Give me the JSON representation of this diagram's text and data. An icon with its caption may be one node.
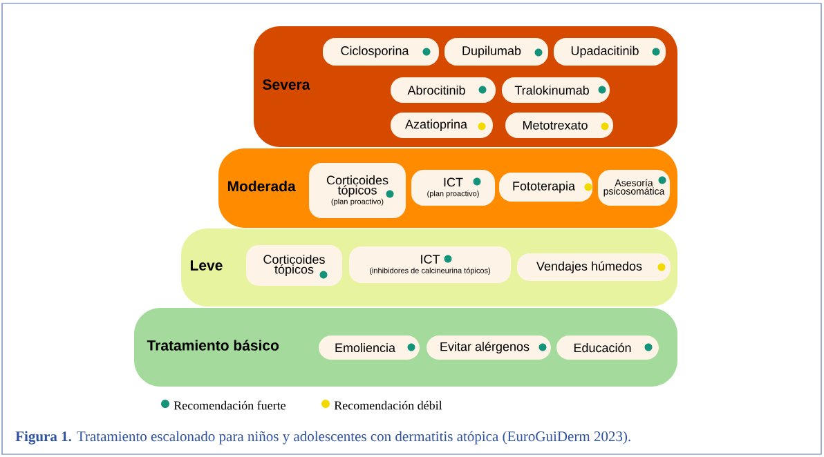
{
  "diagram": {
    "caption": "**Figura 1.** Tratamiento escalonado para niños y adolescentes con dermatitis atópica (EuroGuiDerm 2023).",
    "nodes": [
      {
        "text": [
          "Severa"
        ]
      },
      {
        "text": [
          "Ciclosporina"
        ],
        "in": 0
      },
      {
        "text": [
          "Dupilumab"
        ],
        "in": 0
      },
      {
        "text": [
          "Upadacitinib"
        ],
        "in": 0
      },
      {
        "text": [
          "Abrocitinib"
        ],
        "in": 0
      },
      {
        "text": [
          "Tralokinumab"
        ],
        "in": 0
      },
      {
        "text": [
          "Azatioprina"
        ],
        "in": 0
      },
      {
        "text": [
          "Metotrexato"
        ],
        "in": 0
      },
      {
        "text": [
          "Moderada"
        ]
      },
      {
        "text": [
          "Corticoides tópicos",
          "(plan proactivo)"
        ],
        "in": 8
      },
      {
        "text": [
          "ICT",
          "(plan proactivo)"
        ],
        "in": 8
      },
      {
        "text": [
          "Fototerapia"
        ],
        "in": 8
      },
      {
        "text": [
          "Asesoría psicosomática"
        ],
        "in": 8
      },
      {
        "text": [
          "Leve"
        ]
      },
      {
        "text": [
          "Corticoides tópicos"
        ],
        "in": 13
      },
      {
        "text": [
          "ICT",
          "(inhibidores de calcineurina tópicos)"
        ],
        "in": 13
      },
      {
        "text": [
          "Vendajes húmedos"
        ],
        "in": 13
      },
      {
        "text": [
          "Tratamiento básico"
        ]
      },
      {
        "text": [
          "Emoliencia"
        ],
        "in": 17
      },
      {
        "text": [
          "Evitar alérgenos"
        ],
        "in": 17
      },
      {
        "text": [
          "Educación"
        ],
        "in": 17
      }
    ],
    "legend": [
      {
        "text": "Recomendación fuerte",
        "color": "#13937a"
      },
      {
        "text": "Recomendación débil",
        "color": "#f2d900"
      }
    ]
  }
}
